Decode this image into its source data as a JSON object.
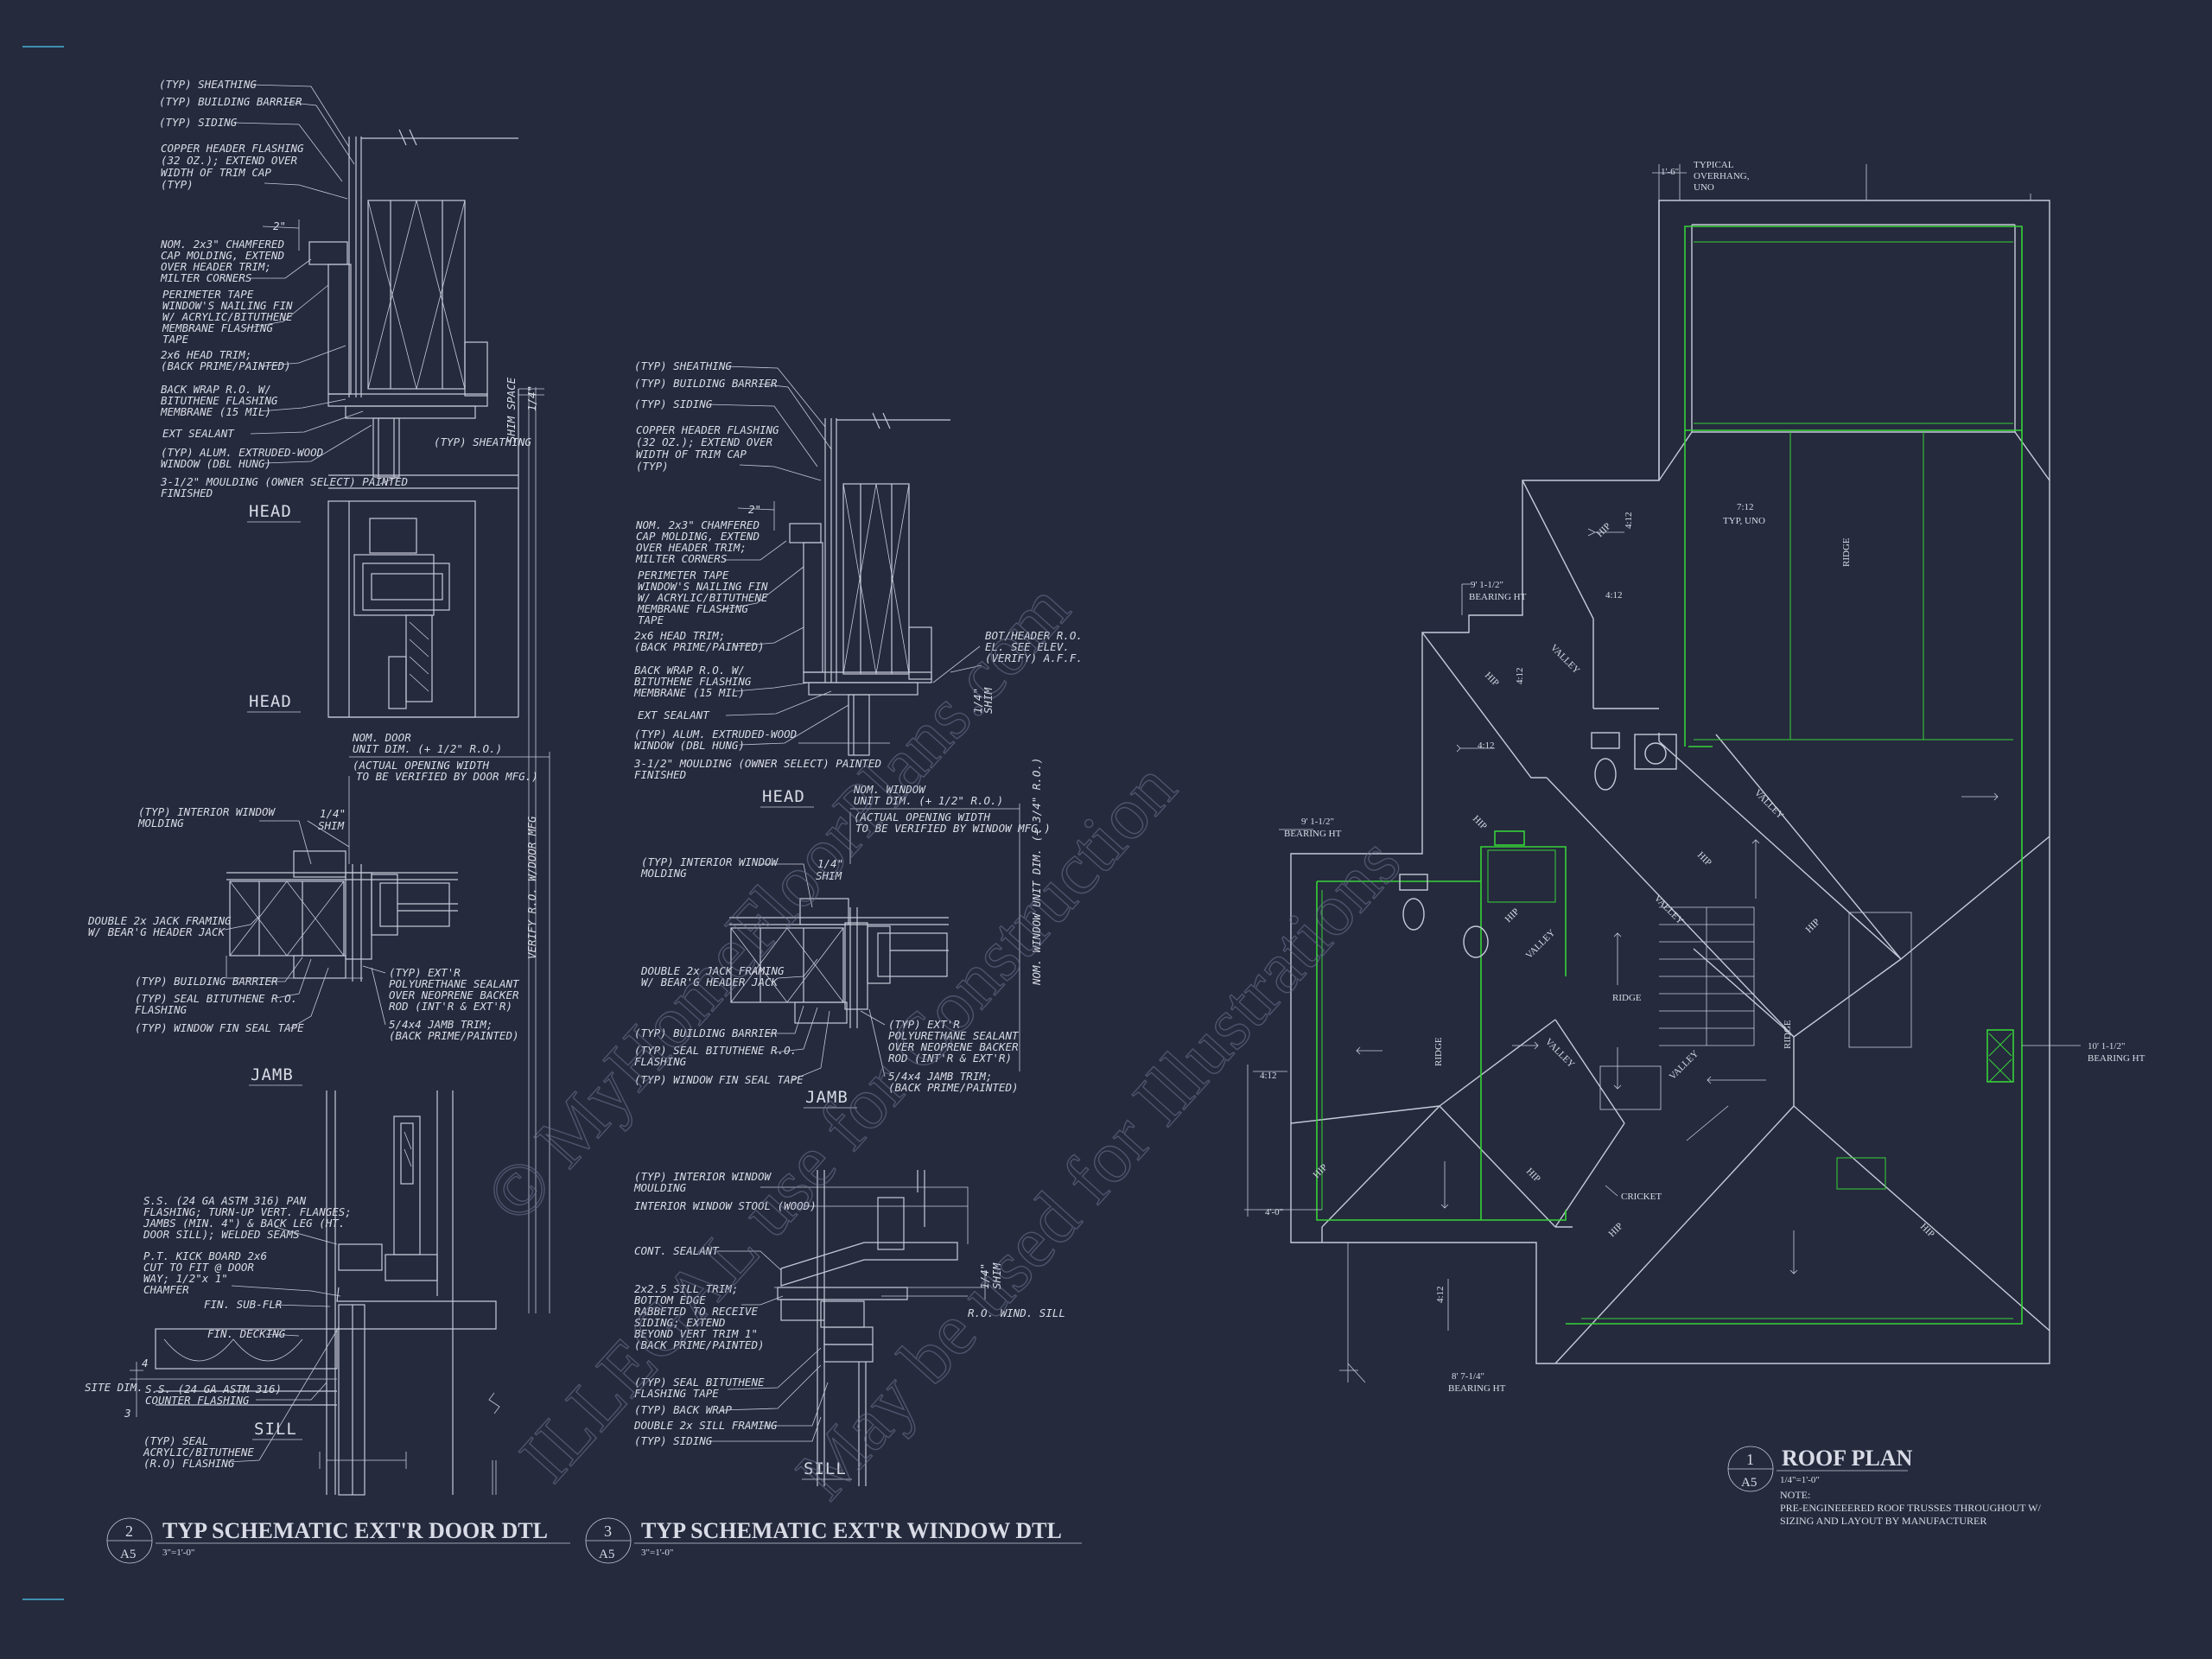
{
  "door_detail": {
    "notes": {
      "sheathing": "(TYP) SHEATHING",
      "barrier": "(TYP) BUILDING BARRIER",
      "siding": "(TYP) SIDING",
      "copper1": "COPPER HEADER FLASHING",
      "copper2": "(32 OZ.); EXTEND OVER",
      "copper3": "WIDTH OF TRIM CAP",
      "copper4": "(TYP)",
      "dim_2": "2\"",
      "cap1": "NOM. 2x3\" CHAMFERED",
      "cap2": "CAP MOLDING, EXTEND",
      "cap3": "OVER HEADER TRIM;",
      "cap4": "MILTER CORNERS",
      "tape1": "PERIMETER TAPE",
      "tape2": "WINDOW'S NAILING FIN",
      "tape3": "W/ ACRYLIC/BITUTHENE",
      "tape4": "MEMBRANE FLASHING",
      "tape5": "TAPE",
      "trim1": "2x6 HEAD TRIM;",
      "trim2": "(BACK PRIME/PAINTED)",
      "wrap1": "BACK WRAP R.O. W/",
      "wrap2": "BITUTHENE FLASHING",
      "wrap3": "MEMBRANE (15 MIL)",
      "sealant": "EXT SEALANT",
      "alum1": "(TYP) ALUM. EXTRUDED-WOOD",
      "alum2": "WINDOW (DBL HUNG)",
      "mould1": "3-1/2\" MOULDING (OWNER SELECT) PAINTED",
      "mould2": "FINISHED",
      "shim_space": "SHIM SPACE",
      "dim_14": "1/4\"",
      "sheathing2": "(TYP) SHEATHING",
      "head1": "HEAD",
      "head2": "HEAD",
      "nom1": "NOM. DOOR",
      "nom2": "UNIT DIM. (+ 1/2\" R.O.)",
      "nom3": "(ACTUAL OPENING WIDTH",
      "nom4": "TO BE VERIFIED BY DOOR MFG.)",
      "verify": "VERIFY R.O. W/DOOR MFG",
      "int1": "(TYP) INTERIOR WINDOW",
      "int2": "MOLDING",
      "shim_14": "1/4\"",
      "shim": "SHIM",
      "jack1": "DOUBLE 2x JACK FRAMING",
      "jack2": "W/ BEAR'G HEADER JACK",
      "bb": "(TYP) BUILDING BARRIER",
      "seal1": "(TYP) SEAL BITUTHENE R.O.",
      "seal2": "FLASHING",
      "fin": "(TYP) WINDOW FIN SEAL TAPE",
      "poly1": "(TYP) EXT'R",
      "poly2": "POLYURETHANE SEALANT",
      "poly3": "OVER NEOPRENE BACKER",
      "poly4": "ROD (INT'R & EXT'R)",
      "jt1": "5/4x4 JAMB TRIM;",
      "jt2": "(BACK PRIME/PAINTED)",
      "jamb": "JAMB",
      "ss1": "S.S. (24 GA ASTM 316) PAN",
      "ss2": "FLASHING; TURN-UP VERT. FLANGES;",
      "ss3": "JAMBS (MIN. 4\") & BACK LEG (HT.",
      "ss4": "DOOR SILL); WELDED SEAMS",
      "pt1": "P.T. KICK BOARD 2x6",
      "pt2": "CUT TO FIT @ DOOR",
      "pt3": "WAY; 1/2\"x 1\"",
      "pt4": "CHAMFER",
      "subflr": "FIN. SUB-FLR",
      "decking": "FIN. DECKING",
      "site": "SITE DIM.",
      "n4": "4",
      "n3": "3",
      "cf1": "S.S. (24 GA ASTM 316)",
      "cf2": "COUNTER FLASHING",
      "acr1": "(TYP) SEAL",
      "acr2": "ACRYLIC/BITUTHENE",
      "acr3": "(R.O) FLASHING",
      "sill": "SILL"
    },
    "title_num": "2",
    "title_sheet": "A5",
    "title": "TYP SCHEMATIC EXT'R DOOR DTL",
    "scale": "3\"=1'-0\""
  },
  "window_detail": {
    "notes": {
      "sheathing": "(TYP) SHEATHING",
      "barrier": "(TYP) BUILDING BARRIER",
      "siding": "(TYP) SIDING",
      "copper1": "COPPER HEADER FLASHING",
      "copper2": "(32 OZ.); EXTEND OVER",
      "copper3": "WIDTH OF TRIM CAP",
      "copper4": "(TYP)",
      "dim_2": "2\"",
      "cap1": "NOM. 2x3\" CHAMFERED",
      "cap2": "CAP MOLDING, EXTEND",
      "cap3": "OVER HEADER TRIM;",
      "cap4": "MILTER CORNERS",
      "tape1": "PERIMETER TAPE",
      "tape2": "WINDOW'S NAILING FIN",
      "tape3": "W/ ACRYLIC/BITUTHENE",
      "tape4": "MEMBRANE FLASHING",
      "tape5": "TAPE",
      "trim1": "2x6 HEAD TRIM;",
      "trim2": "(BACK PRIME/PAINTED)",
      "wrap1": "BACK WRAP R.O. W/",
      "wrap2": "BITUTHENE FLASHING",
      "wrap3": "MEMBRANE (15 MIL)",
      "sealant": "EXT SEALANT",
      "alum1": "(TYP) ALUM. EXTRUDED-WOOD",
      "alum2": "WINDOW (DBL HUNG)",
      "mould1": "3-1/2\" MOULDING (OWNER SELECT) PAINTED",
      "mould2": "FINISHED",
      "bot1": "BOT/HEADER R.O.",
      "bot2": "EL. SEE ELEV.",
      "bot3": "(VERIFY) A.F.F.",
      "shim_14": "1/4\"",
      "shim": "SHIM",
      "head": "HEAD",
      "nom1": "NOM. WINDOW",
      "nom2": "UNIT DIM. (+ 1/2\" R.O.)",
      "nom3": "(ACTUAL OPENING WIDTH",
      "nom4": "TO BE VERIFIED BY WINDOW MFG.)",
      "nomv": "NOM. WINDOW UNIT DIM. (+ 3/4\" R.O.)",
      "int1": "(TYP) INTERIOR WINDOW",
      "int2": "MOLDING",
      "jshim_14": "1/4\"",
      "jshim": "SHIM",
      "jack1": "DOUBLE 2x JACK FRAMING",
      "jack2": "W/ BEAR'G HEADER JACK",
      "poly1": "(TYP) EXT'R",
      "poly2": "POLYURETHANE SEALANT",
      "poly3": "OVER NEOPRENE BACKER",
      "poly4": "ROD (INT'R & EXT'R)",
      "bb": "(TYP) BUILDING BARRIER",
      "seal1": "(TYP) SEAL BITUTHENE R.O.",
      "seal2": "FLASHING",
      "jt1": "5/4x4 JAMB TRIM;",
      "jt2": "(BACK PRIME/PAINTED)",
      "fin": "(TYP) WINDOW FIN SEAL TAPE",
      "jamb": "JAMB",
      "int3": "(TYP) INTERIOR WINDOW",
      "int4": "MOULDING",
      "stool": "INTERIOR WINDOW STOOL (WOOD)",
      "cont": "CONT. SEALANT",
      "st1": "2x2.5 SILL TRIM;",
      "st2": "BOTTOM EDGE",
      "st3": "RABBETED TO RECEIVE",
      "st4": "SIDING; EXTEND",
      "st5": "BEYOND VERT TRIM 1\"",
      "st6": "(BACK PRIME/PAINTED)",
      "sshim_14": "1/4\"",
      "sshim": "SHIM",
      "rosill": "R.O. WIND. SILL",
      "sb1": "(TYP) SEAL BITUTHENE",
      "sb2": "FLASHING TAPE",
      "bw": "(TYP) BACK WRAP",
      "dsf": "DOUBLE 2x SILL FRAMING",
      "sid": "(TYP) SIDING",
      "sill": "SILL"
    },
    "title_num": "3",
    "title_sheet": "A5",
    "title": "TYP SCHEMATIC EXT'R WINDOW DTL",
    "scale": "3\"=1'-0\""
  },
  "roof_plan": {
    "labels": {
      "dim_16": "1'-6\"",
      "overhang1": "TYPICAL",
      "overhang2": "OVERHANG,",
      "overhang3": "UNO",
      "slope712": "7:12",
      "typuno": "TYP, UNO",
      "ridge1": "RIDGE",
      "brg1a": "9' 1-1/2\"",
      "brg1b": "BEARING HT",
      "brg2a": "9' 1-1/2\"",
      "brg2b": "BEARING HT",
      "brg3a": "10' 1-1/2\"",
      "brg3b": "BEARING HT",
      "brg4a": "8' 7-1/4\"",
      "brg4b": "BEARING HT",
      "s412a": "4:12",
      "s412b": "4:12",
      "s412c": "4:12",
      "s412d": "4:12",
      "s412e": "4:12",
      "s412f": "4:12",
      "dim40": "4'-0\"",
      "hip1": "HIP",
      "hip2": "HIP",
      "hip3": "HIP",
      "hip4": "HIP",
      "hip5": "HIP",
      "hip6": "HIP",
      "hip7": "HIP",
      "hip8": "HIP",
      "hip9": "HIP",
      "hip10": "HIP",
      "valley1": "VALLEY",
      "valley2": "VALLEY",
      "valley3": "VALLEY",
      "valley4": "VALLEY",
      "valley5": "VALLEY",
      "valley6": "VALLEY",
      "ridge2": "RIDGE",
      "ridge3": "RIDGE",
      "ridge4": "RIDGE",
      "cricket": "CRICKET"
    },
    "title_num": "1",
    "title_sheet": "A5",
    "title": "ROOF PLAN",
    "scale": "1/4\"=1'-0\"",
    "note1": "NOTE:",
    "note2": "PRE-ENGINEEERED ROOF TRUSSES THROUGHOUT W/",
    "note3": "SIZING AND LAYOUT BY MANUFACTURER"
  },
  "watermark": {
    "line1": "© MyHomeFloorPlans.com",
    "line2": "ILLEGAL use for Construction",
    "line3": "May be used for Illustrations"
  }
}
